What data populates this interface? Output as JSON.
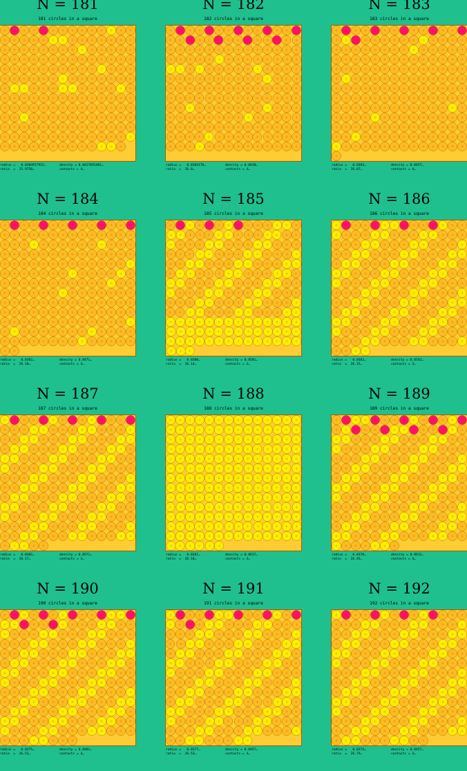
{
  "colors": {
    "background": "#1fc08e",
    "orange": "#ffbb22",
    "yellow": "#ffee00",
    "rattler": "#ff1166",
    "border": "#a06000"
  },
  "panels": [
    {
      "n": "N = 181",
      "subtitle": "181 circles in a square",
      "radius_line": "radius =   0.0384917922…",
      "density_line": "density = 0.8427691401…",
      "ratio_line": "ratio  =  25.9750…",
      "contacts_line": "contacts = 4…"
    },
    {
      "n": "N = 182",
      "subtitle": "182 circles in a square",
      "radius_line": "radius =   0.0384176…",
      "density_line": "density = 0.8438…",
      "ratio_line": "ratio  =  26.0…",
      "contacts_line": "contacts = 4…"
    },
    {
      "n": "N = 183",
      "subtitle": "183 circles in a square",
      "radius_line": "radius =   0.0383…",
      "density_line": "density = 0.8457…",
      "ratio_line": "ratio  =  26.07…",
      "contacts_line": "contacts = 4…"
    },
    {
      "n": "N = 184",
      "subtitle": "184 circles in a square",
      "radius_line": "radius =   0.0382…",
      "density_line": "density = 0.8471…",
      "ratio_line": "ratio  =  26.10…",
      "contacts_line": "contacts = 4…"
    },
    {
      "n": "N = 185",
      "subtitle": "185 circles in a square",
      "radius_line": "radius =   0.0380…",
      "density_line": "density = 0.8501…",
      "ratio_line": "ratio  =  26.14…",
      "contacts_line": "contacts = 3…"
    },
    {
      "n": "N = 186",
      "subtitle": "186 circles in a square",
      "radius_line": "radius =   0.0382…",
      "density_line": "density = 0.8542…",
      "ratio_line": "ratio  =  26.15…",
      "contacts_line": "contacts = 3…"
    },
    {
      "n": "N = 187",
      "subtitle": "187 circles in a square",
      "radius_line": "radius =   0.0382…",
      "density_line": "density = 0.8571…",
      "ratio_line": "ratio  =  26.17…",
      "contacts_line": "contacts = 3…"
    },
    {
      "n": "N = 188",
      "subtitle": "188 circles in a square",
      "radius_line": "radius =   0.0381…",
      "density_line": "density = 0.8617…",
      "ratio_line": "ratio  =  26.18…",
      "contacts_line": "contacts = 3…"
    },
    {
      "n": "N = 189",
      "subtitle": "189 circles in a square",
      "radius_line": "radius =   0.0378…",
      "density_line": "density = 0.8612…",
      "ratio_line": "ratio  =  26.45…",
      "contacts_line": "contacts = 4…"
    },
    {
      "n": "N = 190",
      "subtitle": "190 circles in a square",
      "radius_line": "radius =   0.0375…",
      "density_line": "density = 0.8481…",
      "ratio_line": "ratio  =  26.52…",
      "contacts_line": "contacts = 4…"
    },
    {
      "n": "N = 191",
      "subtitle": "191 circles in a square",
      "radius_line": "radius =   0.0377…",
      "density_line": "density = 0.8457…",
      "ratio_line": "ratio  =  26.53…",
      "contacts_line": "contacts = 4…"
    },
    {
      "n": "N = 192",
      "subtitle": "192 circles in a square",
      "radius_line": "radius =   0.0374…",
      "density_line": "density = 0.8457…",
      "ratio_line": "ratio  =  26.79…",
      "contacts_line": "contacts = 3…"
    }
  ],
  "chart_data": {
    "type": "scatter",
    "circle_counts": [
      181,
      182,
      183,
      184,
      185,
      186,
      187,
      188,
      189,
      190,
      191,
      192
    ],
    "rattlers_visible": [
      2,
      9,
      6,
      5,
      3,
      4,
      5,
      0,
      9,
      7,
      6,
      4
    ]
  }
}
